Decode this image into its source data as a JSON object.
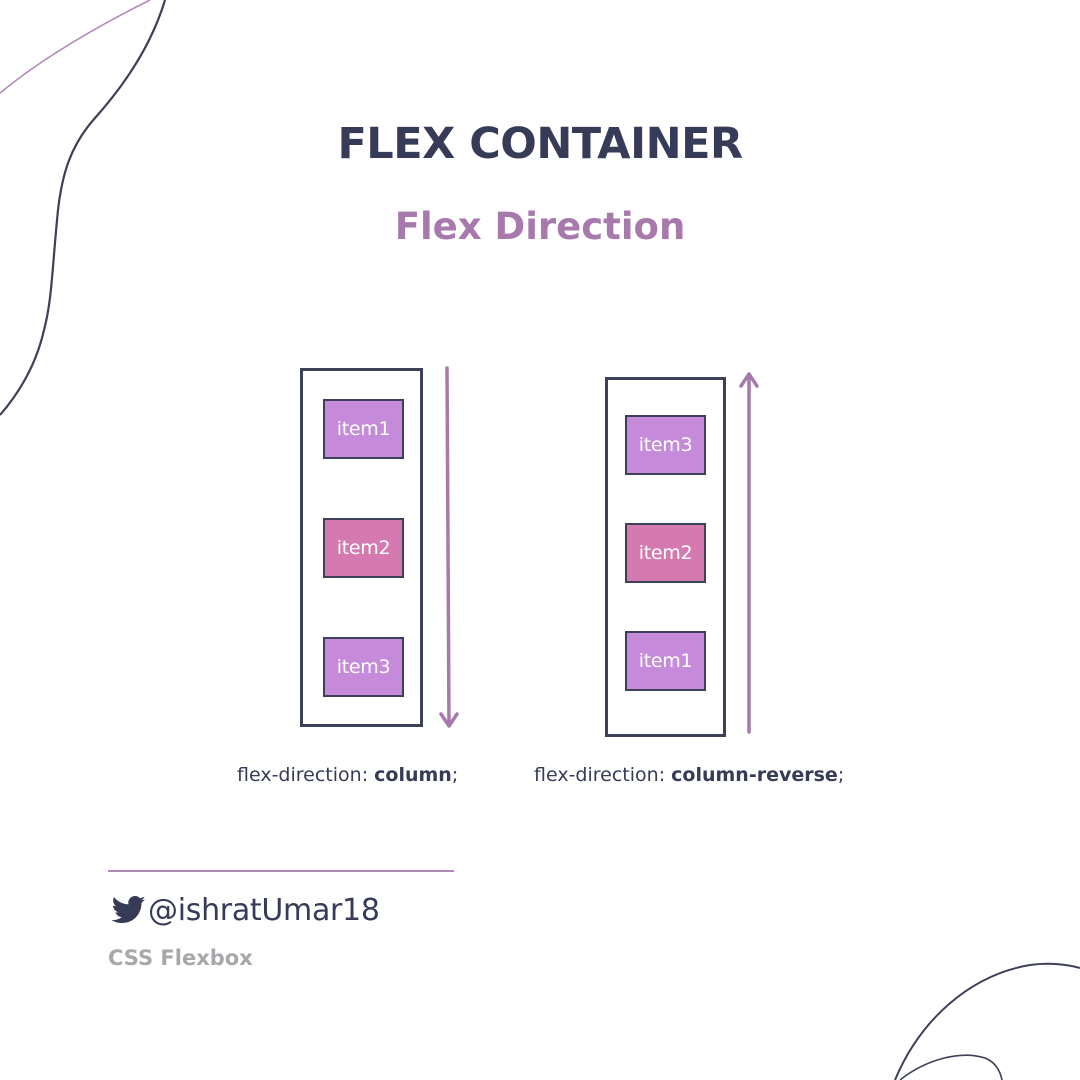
{
  "slide": {
    "title": "FLEX CONTAINER",
    "subtitle": "Flex Direction"
  },
  "diagrams": [
    {
      "items": [
        "item1",
        "item2",
        "item3"
      ],
      "caption_prefix": "flex-direction: ",
      "caption_value": "column",
      "caption_suffix": ";",
      "arrow_direction": "down"
    },
    {
      "items": [
        "item3",
        "item2",
        "item1"
      ],
      "caption_prefix": "flex-direction: ",
      "caption_value": "column-reverse",
      "caption_suffix": ";",
      "arrow_direction": "up"
    }
  ],
  "footer": {
    "handle": "@ishratUmar18",
    "handle_icon": "twitter-bird-icon",
    "topic": "CSS Flexbox"
  },
  "colors": {
    "title": "#363b57",
    "subtitle": "#a779ad",
    "item_light": "#c68ada",
    "item_dark": "#d57ab0",
    "arrow": "#a779ad",
    "border": "#3d4158",
    "footer_topic": "#a8a8ac"
  }
}
